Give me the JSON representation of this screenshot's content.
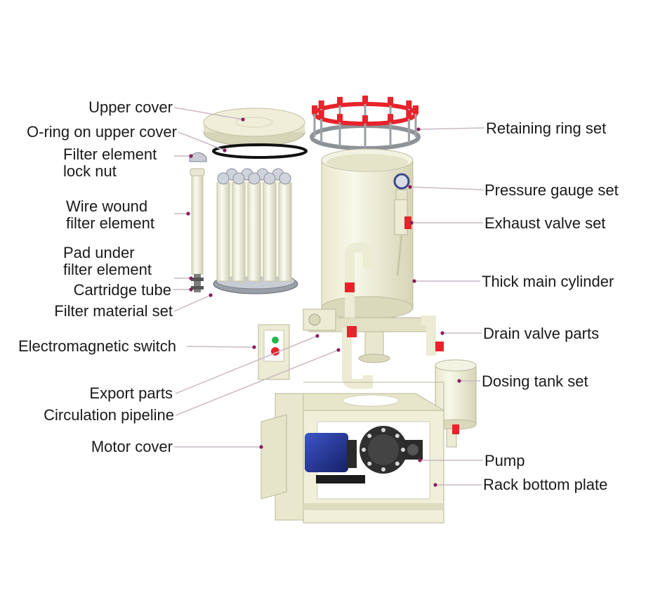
{
  "diagram": {
    "colors": {
      "body": "#efefd6",
      "body_shade": "#d9d8bb",
      "body_edge": "#b9b89a",
      "accent_red": "#e8232b",
      "pump_blue": "#1f2f8f",
      "dark": "#2b2b2b",
      "leader": "#c9b9c6",
      "dot": "#8a1f5a"
    },
    "left_labels": [
      {
        "id": "upper-cover",
        "lines": [
          "Upper cover"
        ]
      },
      {
        "id": "o-ring",
        "lines": [
          "O-ring on upper cover"
        ]
      },
      {
        "id": "lock-nut",
        "lines": [
          "Filter element",
          "lock nut"
        ]
      },
      {
        "id": "wire-wound",
        "lines": [
          "Wire wound",
          "filter element"
        ]
      },
      {
        "id": "pad",
        "lines": [
          "Pad under",
          "filter element"
        ]
      },
      {
        "id": "cartridge-tube",
        "lines": [
          "Cartridge tube"
        ]
      },
      {
        "id": "filter-material",
        "lines": [
          "Filter material set"
        ]
      },
      {
        "id": "electromagnetic-switch",
        "lines": [
          "Electromagnetic switch"
        ]
      },
      {
        "id": "export-parts",
        "lines": [
          "Export parts"
        ]
      },
      {
        "id": "circulation-pipeline",
        "lines": [
          "Circulation pipeline"
        ]
      },
      {
        "id": "motor-cover",
        "lines": [
          "Motor cover"
        ]
      }
    ],
    "right_labels": [
      {
        "id": "retaining-ring",
        "lines": [
          "Retaining ring set"
        ]
      },
      {
        "id": "pressure-gauge",
        "lines": [
          "Pressure gauge set"
        ]
      },
      {
        "id": "exhaust-valve",
        "lines": [
          "Exhaust valve set"
        ]
      },
      {
        "id": "main-cylinder",
        "lines": [
          "Thick main cylinder"
        ]
      },
      {
        "id": "drain-valve",
        "lines": [
          "Drain valve parts"
        ]
      },
      {
        "id": "dosing-tank",
        "lines": [
          "Dosing tank set"
        ]
      },
      {
        "id": "pump",
        "lines": [
          "Pump"
        ]
      },
      {
        "id": "rack-bottom",
        "lines": [
          "Rack bottom plate"
        ]
      }
    ]
  }
}
